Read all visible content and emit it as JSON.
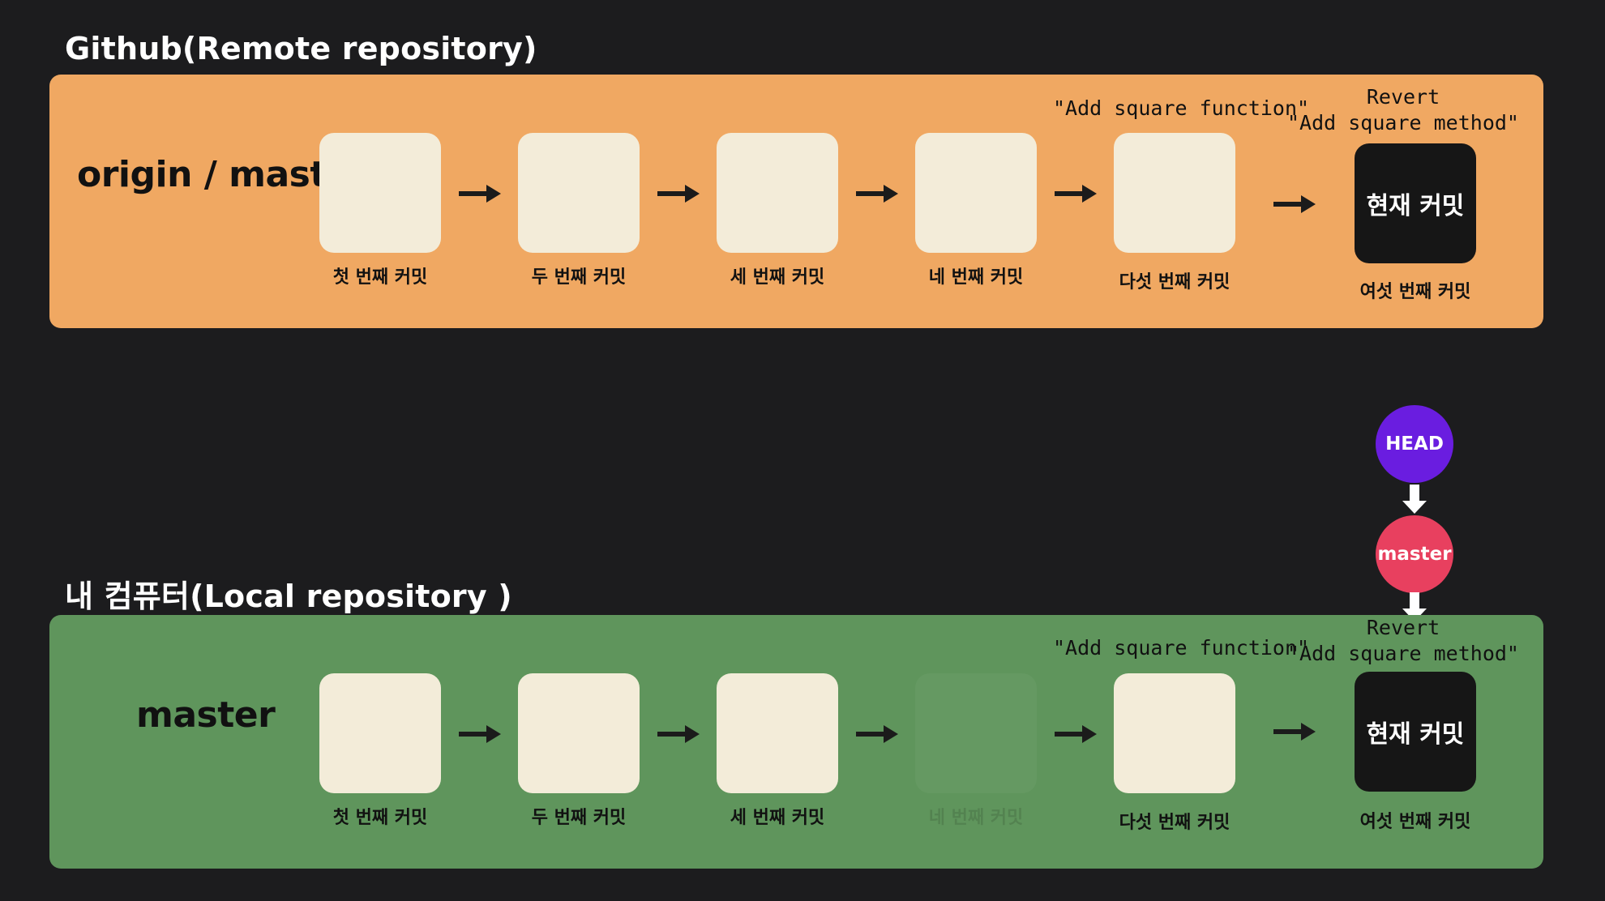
{
  "remote": {
    "title": "Github(Remote repository)",
    "branch": "origin / master",
    "commits": [
      {
        "caption": "첫 번째 커밋"
      },
      {
        "caption": "두 번째 커밋"
      },
      {
        "caption": "세 번째 커밋"
      },
      {
        "caption": "네 번째 커밋"
      },
      {
        "caption": "다섯 번째 커밋",
        "message": "\"Add square function\""
      },
      {
        "caption": "여섯 번째 커밋",
        "label": "현재 커밋",
        "message_line1": "Revert",
        "message_line2": "\"Add square method\""
      }
    ]
  },
  "local": {
    "title": "내 컴퓨터(Local repository )",
    "branch": "master",
    "commits": [
      {
        "caption": "첫 번째 커밋"
      },
      {
        "caption": "두 번째 커밋"
      },
      {
        "caption": "세 번째 커밋"
      },
      {
        "caption": "네 번째 커밋"
      },
      {
        "caption": "다섯 번째 커밋",
        "message": "\"Add square function\""
      },
      {
        "caption": "여섯 번째 커밋",
        "label": "현재 커밋",
        "message_line1": "Revert",
        "message_line2": "\"Add square method\""
      }
    ]
  },
  "pointers": {
    "head": "HEAD",
    "master": "master"
  },
  "colors": {
    "background": "#1c1c1e",
    "remote_panel": "#f0a862",
    "local_panel": "#5f955c",
    "commit_box": "#f3ecd9",
    "current_commit": "#161616",
    "head_pointer": "#6a1de0",
    "master_pointer": "#e8405f"
  }
}
